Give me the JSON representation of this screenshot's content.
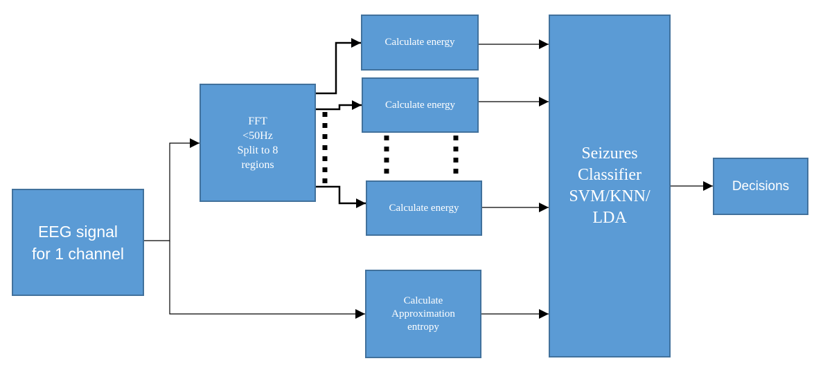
{
  "diagram": {
    "nodes": {
      "eeg": {
        "lines": [
          "EEG signal",
          "for 1 channel"
        ]
      },
      "fft": {
        "lines": [
          "FFT",
          "<50Hz",
          "Split to 8",
          "regions"
        ]
      },
      "energy_1": {
        "label": "Calculate energy"
      },
      "energy_2": {
        "label": "Calculate energy"
      },
      "energy_3": {
        "label": "Calculate energy"
      },
      "apen": {
        "lines": [
          "Calculate",
          "Approximation",
          "entropy"
        ]
      },
      "classifier": {
        "lines": [
          "Seizures",
          "Classifier",
          "SVM/KNN/",
          "LDA"
        ]
      },
      "decisions": {
        "label": "Decisions"
      }
    },
    "edges": [
      {
        "from": "eeg",
        "to": "fft"
      },
      {
        "from": "eeg",
        "to": "apen"
      },
      {
        "from": "fft",
        "to": "energy_1"
      },
      {
        "from": "fft",
        "to": "energy_2"
      },
      {
        "from": "fft",
        "to": "energy_3"
      },
      {
        "from": "energy_1",
        "to": "classifier"
      },
      {
        "from": "energy_2",
        "to": "classifier"
      },
      {
        "from": "energy_3",
        "to": "classifier"
      },
      {
        "from": "apen",
        "to": "classifier"
      },
      {
        "from": "classifier",
        "to": "decisions"
      }
    ],
    "colors": {
      "box_fill": "#5b9bd5",
      "box_border": "#41719c",
      "text": "#ffffff",
      "line": "#000000"
    }
  }
}
